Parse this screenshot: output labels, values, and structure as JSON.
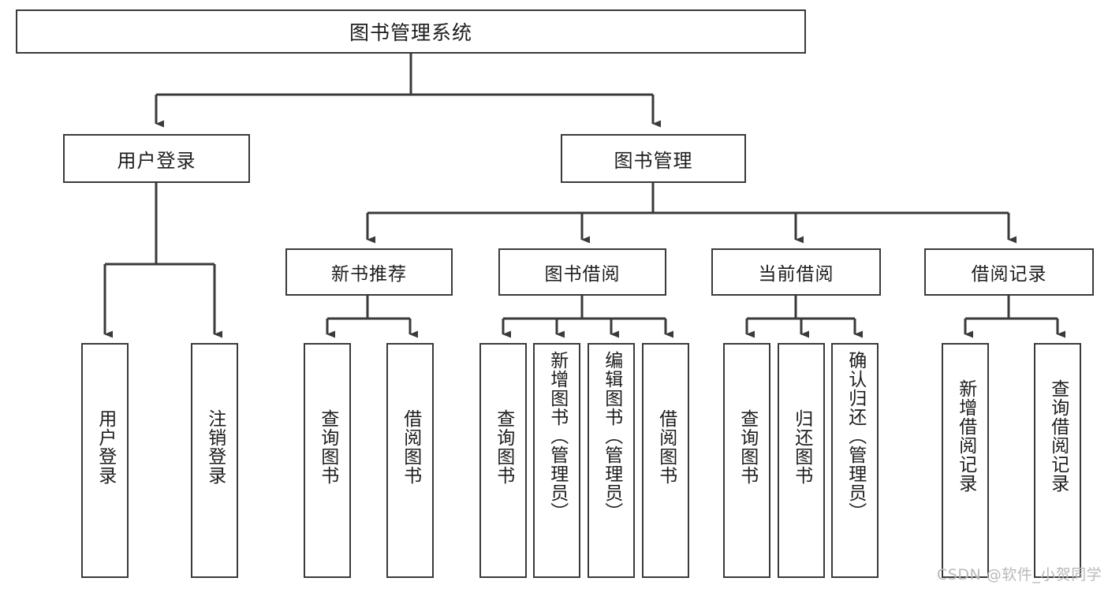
{
  "diagram": {
    "type": "tree-hierarchy-chart",
    "orientation": "top-down",
    "root": {
      "id": "root",
      "label": "图书管理系统"
    },
    "level2": [
      {
        "id": "user-login",
        "label": "用户登录"
      },
      {
        "id": "book-management",
        "label": "图书管理"
      }
    ],
    "level3": [
      {
        "id": "new-book-recommend",
        "label": "新书推荐",
        "parent": "book-management"
      },
      {
        "id": "book-borrow",
        "label": "图书借阅",
        "parent": "book-management"
      },
      {
        "id": "current-borrow",
        "label": "当前借阅",
        "parent": "book-management"
      },
      {
        "id": "borrow-record",
        "label": "借阅记录",
        "parent": "book-management"
      }
    ],
    "leaves": [
      {
        "id": "leaf-user-login",
        "label": "用户登录",
        "parent": "user-login"
      },
      {
        "id": "leaf-logout-login",
        "label": "注销登录",
        "parent": "user-login"
      },
      {
        "id": "leaf-query-book-1",
        "label": "查询图书",
        "parent": "new-book-recommend"
      },
      {
        "id": "leaf-borrow-book-1",
        "label": "借阅图书",
        "parent": "new-book-recommend"
      },
      {
        "id": "leaf-query-book-2",
        "label": "查询图书",
        "parent": "book-borrow"
      },
      {
        "id": "leaf-add-book",
        "label": "新增图书（管理员）",
        "parent": "book-borrow"
      },
      {
        "id": "leaf-edit-book",
        "label": "编辑图书（管理员）",
        "parent": "book-borrow"
      },
      {
        "id": "leaf-borrow-book-2",
        "label": "借阅图书",
        "parent": "book-borrow"
      },
      {
        "id": "leaf-query-book-3",
        "label": "查询图书",
        "parent": "current-borrow"
      },
      {
        "id": "leaf-return-book",
        "label": "归还图书",
        "parent": "current-borrow"
      },
      {
        "id": "leaf-confirm-return",
        "label": "确认归还（管理员）",
        "parent": "current-borrow"
      },
      {
        "id": "leaf-add-record",
        "label": "新增借阅记录",
        "parent": "borrow-record"
      },
      {
        "id": "leaf-query-record",
        "label": "查询借阅记录",
        "parent": "borrow-record"
      }
    ],
    "colors": {
      "stroke": "#3a3a3a",
      "fill": "#ffffff",
      "text": "#1d1d1d",
      "watermark": "#b9b9b9"
    }
  },
  "watermark": {
    "text": "CSDN @软件_小贺同学"
  }
}
